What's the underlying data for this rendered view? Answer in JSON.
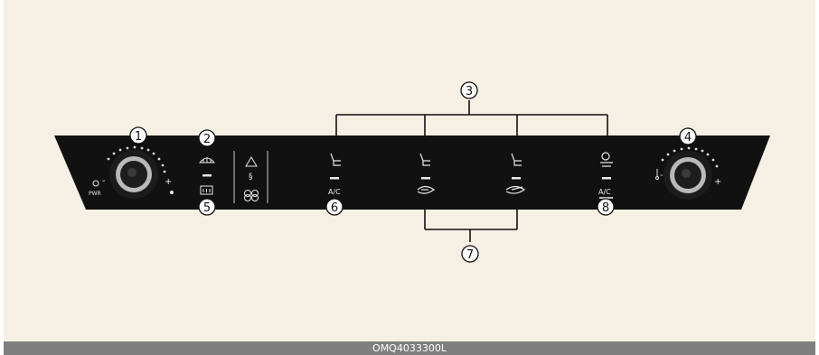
{
  "callouts": [
    {
      "num": "1",
      "name": "callout-1"
    },
    {
      "num": "2",
      "name": "callout-2"
    },
    {
      "num": "3",
      "name": "callout-3"
    },
    {
      "num": "4",
      "name": "callout-4"
    },
    {
      "num": "5",
      "name": "callout-5"
    },
    {
      "num": "6",
      "name": "callout-6"
    },
    {
      "num": "7",
      "name": "callout-7"
    },
    {
      "num": "8",
      "name": "callout-8"
    }
  ],
  "panel": {
    "left_knob_minus": "-",
    "left_knob_plus": "+",
    "pwr_label": "PWR",
    "ac_label_left": "A/C",
    "ac_label_right": "A/C"
  },
  "footer": {
    "code": "OMQ4033300L"
  },
  "colors": {
    "background": "#f6efe3",
    "panel": "#111111",
    "footer_bar": "#7f7f7f",
    "leader_lines": "#111111"
  }
}
